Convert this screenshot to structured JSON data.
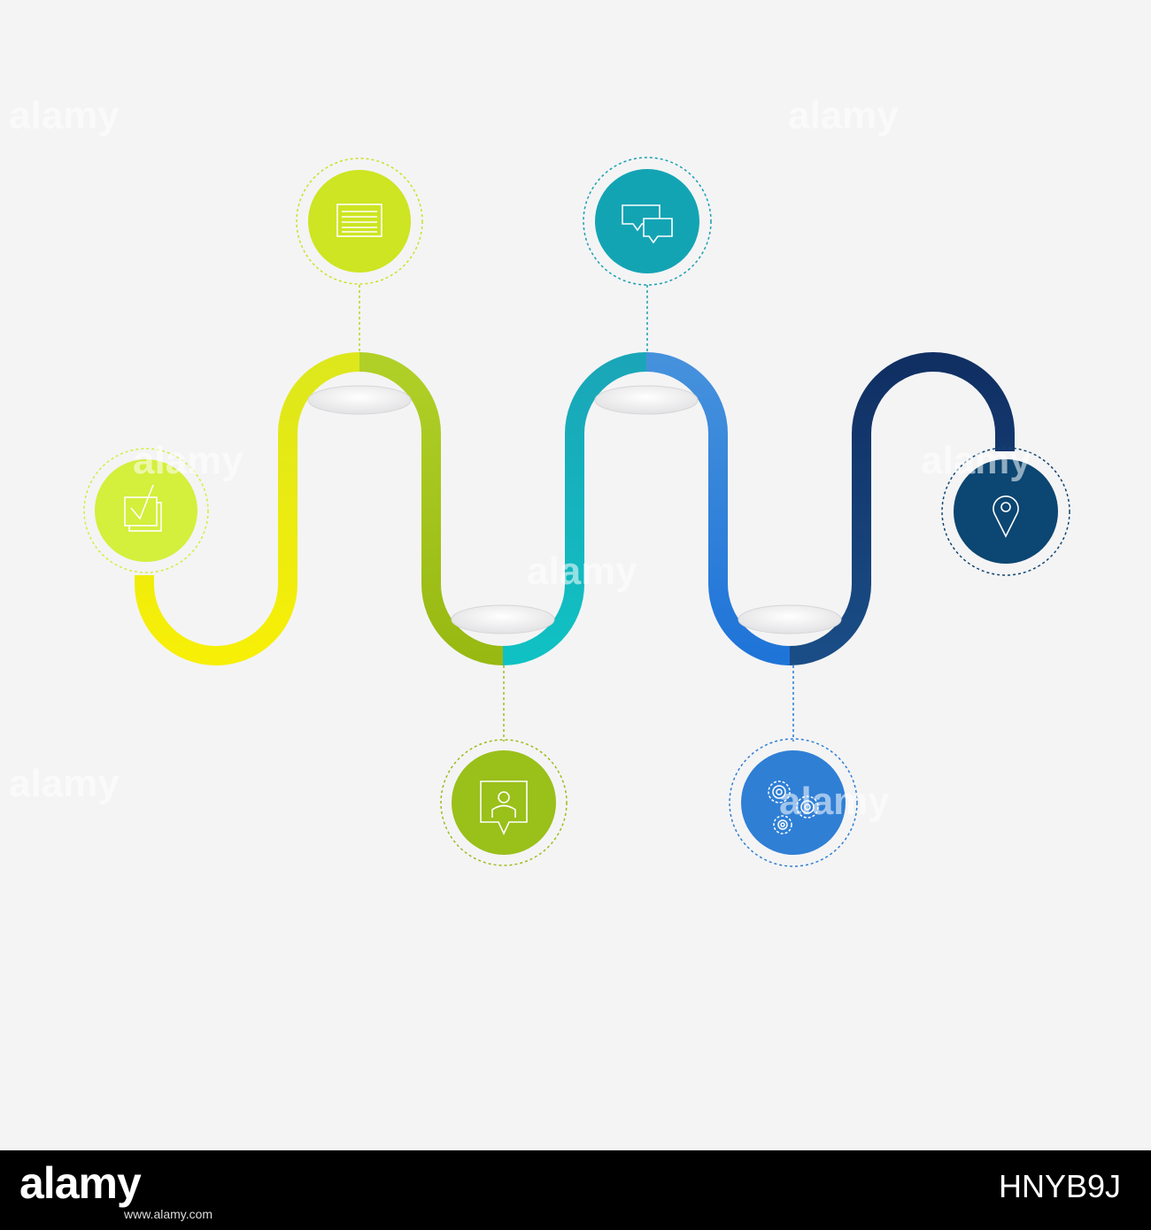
{
  "watermark": {
    "brand": "alamy",
    "image_id": "HNYB9J",
    "footer_url": "www.alamy.com"
  },
  "diagram": {
    "steps": [
      {
        "icon": "checklist-icon",
        "color": "#d4ef3c"
      },
      {
        "icon": "document-icon",
        "color": "#cbe21e"
      },
      {
        "icon": "person-message-icon",
        "color": "#97bc18"
      },
      {
        "icon": "chat-bubbles-icon",
        "color": "#14a3b3"
      },
      {
        "icon": "gears-icon",
        "color": "#2f7fd5"
      },
      {
        "icon": "location-pin-icon",
        "color": "#0c4573"
      }
    ],
    "path_colors": [
      "#f0ee0c",
      "#e3ea16",
      "#a6c91c",
      "#0fb8bf",
      "#3b8ce0",
      "#173d73"
    ]
  }
}
